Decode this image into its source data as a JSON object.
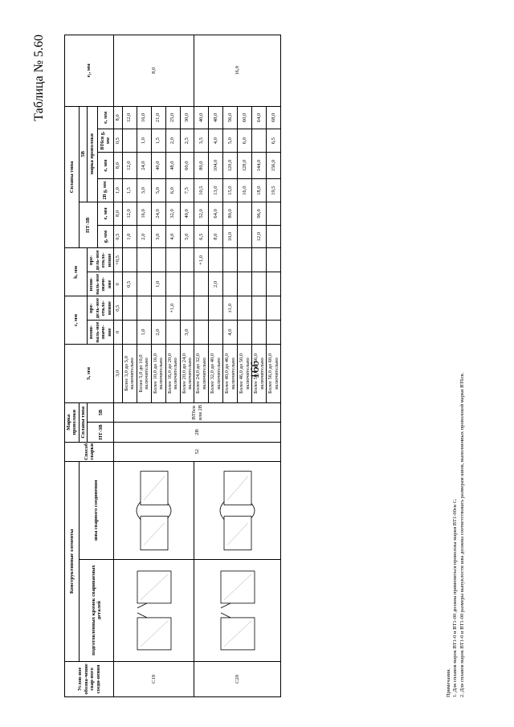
{
  "page_number": "166",
  "caption": "Таблица № 5.60",
  "headers": {
    "designation": "Услов-ное обозна-чение свар-ного соеди-нения",
    "structural_elements": "Конструктивные элементы",
    "edge_prep": "подготовленных кромок свариваемых деталей",
    "weld_seam": "шва сварного соединения",
    "method": "Способ сварки",
    "wire_grade": "Марка проволоки",
    "alloys_type": "Сплавы типа",
    "pt3v": "ПТ-3В",
    "five_v": "5В",
    "s_mm": "S, мм",
    "c_mm": "с, мм",
    "b_mm": "b, мм",
    "nominal_value": "номи-наль-ное значе-ние",
    "limit_dev": "пре-дель-ное откло-нение",
    "alloys_type2": "Сплавы типа",
    "pt3v2": "ПТ-3В",
    "five_v2": "5В",
    "wire_grade2": "марка проволоки",
    "two_v": "2В",
    "vt6sv": "ВТ6св",
    "g_mm": "g, мм",
    "e_mm": "е, мм",
    "e1_mm": "e₁, мм"
  },
  "rows": [
    {
      "s": "3,0",
      "c_nom": "0",
      "c_dev": "0,5",
      "b_nom": "0",
      "b_dev": "+0,5",
      "pt_g": "0,5",
      "pt_e": "8,0",
      "v2_g": "1,0",
      "v2_e": "8,0",
      "vt_g": "0,5",
      "vt_e": "8,0"
    },
    {
      "s": "Более 3,0 до 5,0 включительно",
      "c_nom": "",
      "c_dev": "",
      "b_nom": "0,5",
      "b_dev": "",
      "pt_g": "1,0",
      "pt_e": "12,0",
      "v2_g": "1,5",
      "v2_e": "12,0",
      "vt_g": "",
      "vt_e": "12,0"
    },
    {
      "s": "Более 5,0 до 10,0 включительно",
      "c_nom": "1,0",
      "c_dev": "",
      "b_nom": "",
      "b_dev": "",
      "pt_g": "2,0",
      "pt_e": "16,0",
      "v2_g": "3,0",
      "v2_e": "24,0",
      "vt_g": "1,0",
      "vt_e": "16,0"
    },
    {
      "s": "Более 10,0 до 16,0 включительно",
      "c_nom": "2,0",
      "c_dev": "",
      "b_nom": "1,0",
      "b_dev": "",
      "pt_g": "3,0",
      "pt_e": "24,0",
      "v2_g": "5,0",
      "v2_e": "40,0",
      "vt_g": "1,5",
      "vt_e": "21,0"
    },
    {
      "s": "Более 16,0 до 20,0 включительно",
      "c_nom": "",
      "c_dev": "+1,0",
      "b_nom": "",
      "b_dev": "",
      "pt_g": "4,0",
      "pt_e": "32,0",
      "v2_g": "6,0",
      "v2_e": "48,0",
      "vt_g": "2,0",
      "vt_e": "25,0"
    },
    {
      "s": "Более 20,0 до 24,0 включительно",
      "c_nom": "3,0",
      "c_dev": "",
      "b_nom": "",
      "b_dev": "",
      "pt_g": "5,0",
      "pt_e": "40,0",
      "v2_g": "7,5",
      "v2_e": "60,0",
      "vt_g": "2,5",
      "vt_e": "30,0"
    },
    {
      "s": "Более 24,0 до 32,0 включительно",
      "c_nom": "",
      "c_dev": "",
      "b_nom": "",
      "b_dev": "+1,0",
      "pt_g": "6,5",
      "pt_e": "52,0",
      "v2_g": "10,5",
      "v2_e": "80,0",
      "vt_g": "3,5",
      "vt_e": "40,0"
    },
    {
      "s": "Более 32,0 до 40,0 включительно",
      "c_nom": "",
      "c_dev": "",
      "b_nom": "2,0",
      "b_dev": "",
      "pt_g": "8,0",
      "pt_e": "64,0",
      "v2_g": "13,0",
      "v2_e": "104,0",
      "vt_g": "4,0",
      "vt_e": "48,0"
    },
    {
      "s": "Более 40,0 до 46,0 включительно",
      "c_nom": "4,0",
      "c_dev": "±1,0",
      "b_nom": "",
      "b_dev": "",
      "pt_g": "10,0",
      "pt_e": "80,0",
      "v2_g": "15,0",
      "v2_e": "120,0",
      "vt_g": "5,0",
      "vt_e": "56,0"
    },
    {
      "s": "Более 46,0 до 50,0 включительно",
      "c_nom": "",
      "c_dev": "",
      "b_nom": "",
      "b_dev": "",
      "pt_g": "",
      "pt_e": "",
      "v2_g": "16,0",
      "v2_e": "128,0",
      "vt_g": "6,0",
      "vt_e": "60,0"
    },
    {
      "s": "Более 50,0 до 56,0 включительно",
      "c_nom": "",
      "c_dev": "",
      "b_nom": "",
      "b_dev": "",
      "pt_g": "12,0",
      "pt_e": "96,0",
      "v2_g": "18,0",
      "v2_e": "144,0",
      "vt_g": "",
      "vt_e": "64,0"
    },
    {
      "s": "Более 56,0 до 60,0 включительно",
      "c_nom": "",
      "c_dev": "",
      "b_nom": "",
      "b_dev": "",
      "pt_g": "",
      "pt_e": "",
      "v2_g": "19,5",
      "v2_e": "156,0",
      "vt_g": "6,5",
      "vt_e": "68,0"
    }
  ],
  "row_group": {
    "c19": "С19",
    "c20": "С20",
    "method": "52",
    "pt_wire": "2В",
    "v_wire": "ВТ6св или 2В",
    "e1_a": "8,0",
    "e1_b": "16,0"
  },
  "notes": {
    "title": "Примечания.",
    "n1": "1. Для сплавов марок ВТ1-0 и ВТ1-00 должна применяться проволока марки ВТ1-00св С.",
    "n2": "2. Для сплавов марок ВТ1-0 и ВТ1-00 размеры выпуклости шва должны соответствовать размерам швов, выполненных проволокой марки ВТ6св."
  }
}
